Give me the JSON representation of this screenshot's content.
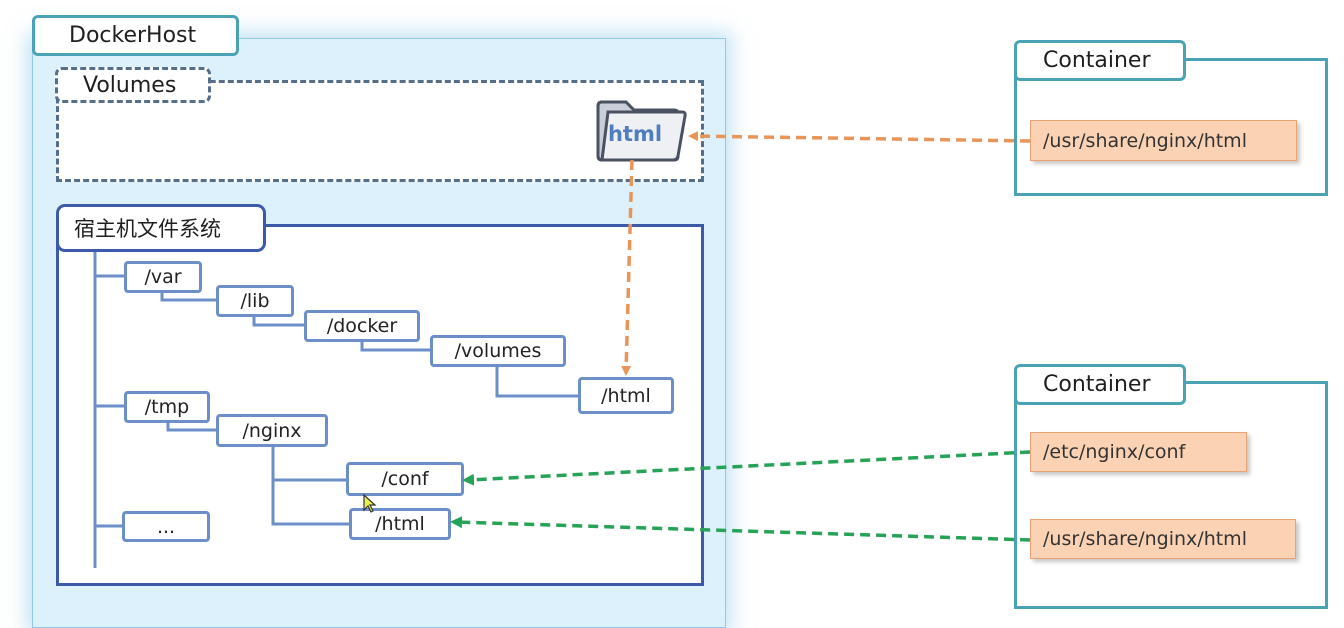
{
  "docker_host": {
    "title": "DockerHost"
  },
  "volumes": {
    "title": "Volumes",
    "folder_label": "html"
  },
  "host_fs": {
    "title": "宿主机文件系统",
    "nodes": {
      "var": "/var",
      "lib": "/lib",
      "docker": "/docker",
      "volumes": "/volumes",
      "html_volume": "/html",
      "tmp": "/tmp",
      "nginx": "/nginx",
      "conf": "/conf",
      "html_nginx": "/html",
      "ellipsis": "..."
    }
  },
  "containers": [
    {
      "title": "Container",
      "paths": [
        "/usr/share/nginx/html"
      ]
    },
    {
      "title": "Container",
      "paths": [
        "/etc/nginx/conf",
        "/usr/share/nginx/html"
      ]
    }
  ],
  "colors": {
    "volume_link": "#e8955a",
    "bind_link": "#26a357",
    "tree_lines": "#6b8fc6"
  }
}
